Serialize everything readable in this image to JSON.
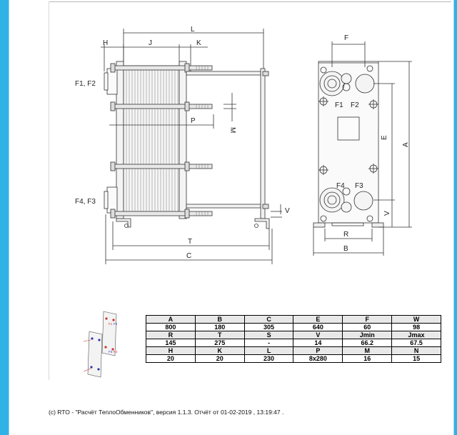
{
  "labels": {
    "h": "H",
    "j": "J",
    "k": "K",
    "l": "L",
    "f1f2": "F1, F2",
    "f4f3": "F4, F3",
    "p": "P",
    "m": "M",
    "t": "T",
    "c": "C",
    "v": "V",
    "f": "F",
    "f1": "F1",
    "f2": "F2",
    "f3": "F3",
    "f4": "F4",
    "e": "E",
    "a": "A",
    "r": "R",
    "b": "B",
    "vr": "V"
  },
  "thumb_labels": {
    "f1": "F1",
    "f2": "F2",
    "f3": "F3",
    "f4": "F4"
  },
  "table": {
    "rows": [
      {
        "header": true,
        "cells": [
          "A",
          "B",
          "C",
          "E",
          "F",
          "W"
        ]
      },
      {
        "header": false,
        "cells": [
          "800",
          "180",
          "305",
          "640",
          "60",
          "98"
        ]
      },
      {
        "header": true,
        "cells": [
          "R",
          "T",
          "S",
          "V",
          "Jmin",
          "Jmax"
        ]
      },
      {
        "header": false,
        "cells": [
          "145",
          "275",
          "-",
          "14",
          "66.2",
          "67.5"
        ]
      },
      {
        "header": true,
        "cells": [
          "H",
          "K",
          "L",
          "P",
          "M",
          "N"
        ]
      },
      {
        "header": false,
        "cells": [
          "20",
          "20",
          "230",
          "8x280",
          "16",
          "15"
        ]
      }
    ]
  },
  "footer": "(c) RTO - \"Расчёт ТеплоОбменников\", версия 1.1.3. Отчёт от 01-02-2019 , 13:19:47 ."
}
